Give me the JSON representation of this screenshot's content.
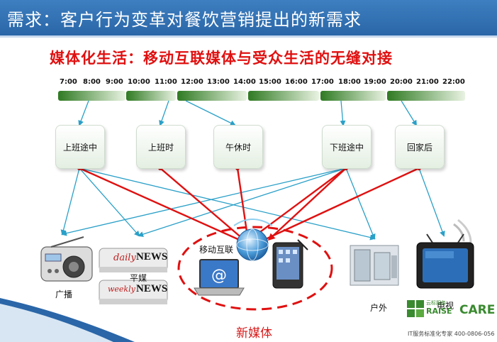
{
  "header": {
    "title": "需求：客户行为变革对餐饮营销提出的新需求"
  },
  "subtitle": "媒体化生活：移动互联媒体与受众生活的无缝对接",
  "timeline": [
    "7:00",
    "8:00",
    "9:00",
    "10:00",
    "11:00",
    "12:00",
    "13:00",
    "14:00",
    "15:00",
    "16:00",
    "17:00",
    "18:00",
    "19:00",
    "20:00",
    "21:00",
    "22:00"
  ],
  "stages": [
    "上班途中",
    "上班时",
    "午休时",
    "下班途中",
    "回家后"
  ],
  "media": {
    "radio": "广播",
    "print": "平媒",
    "mobile": "移动互联",
    "outdoor": "户外",
    "tv": "电视",
    "new_media": "新媒体",
    "newspaper_daily": "daily",
    "newspaper_daily_news": "NEWS",
    "newspaper_weekly": "weekly",
    "newspaper_weekly_news": "NEWS"
  },
  "logo": {
    "cn": "云标服务",
    "brand_a": "RAISE",
    "brand_b": "CARE",
    "tagline": "IT服务标准化专家 400-0806-056"
  },
  "colors": {
    "header": "#2f70b4",
    "red": "#e01010",
    "arrow_blue": "#2aa0c8",
    "green": "#3a8a30"
  }
}
